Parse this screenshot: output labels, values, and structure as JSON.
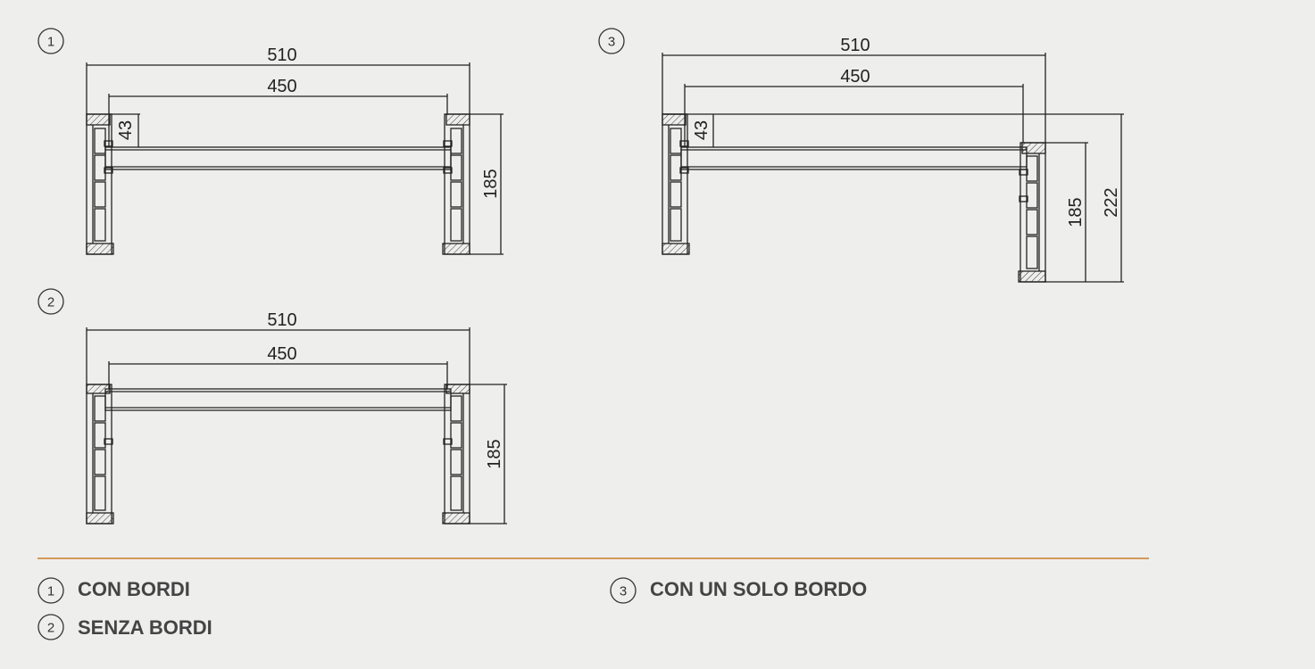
{
  "drawings": [
    {
      "id": "1",
      "badge": "1",
      "outer_width": "510",
      "inner_width": "450",
      "depth": "43",
      "height": "185"
    },
    {
      "id": "2",
      "badge": "2",
      "outer_width": "510",
      "inner_width": "450",
      "height": "185"
    },
    {
      "id": "3",
      "badge": "3",
      "outer_width": "510",
      "inner_width": "450",
      "depth": "43",
      "height": "185",
      "total_height": "222"
    }
  ],
  "legend": [
    {
      "num": "1",
      "label": "CON BORDI"
    },
    {
      "num": "2",
      "label": "SENZA BORDI"
    },
    {
      "num": "3",
      "label": "CON UN SOLO BORDO"
    }
  ],
  "colors": {
    "divider": "#c87d2a",
    "line": "#222222",
    "background": "#eeeeed"
  }
}
